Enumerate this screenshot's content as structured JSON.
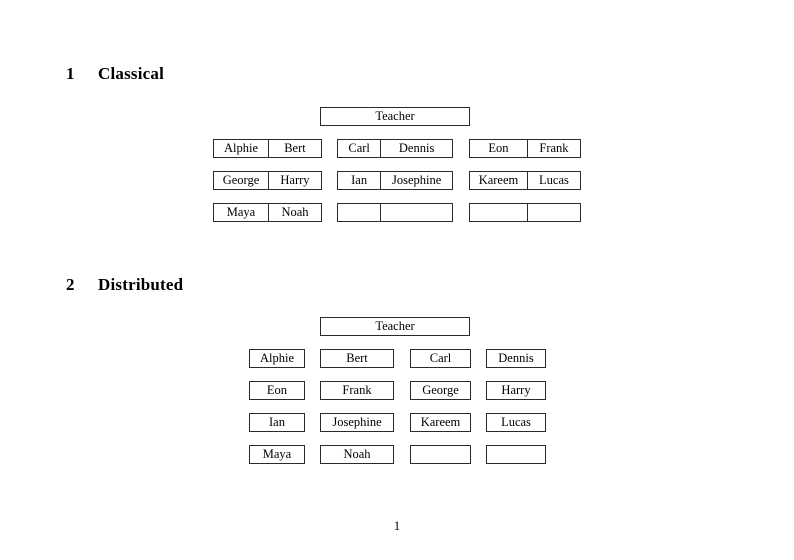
{
  "page": {
    "number": "1"
  },
  "sections": [
    {
      "number": "1",
      "title": "Classical",
      "teacher": "Teacher",
      "layout": "grouped-pairs",
      "groups": [
        {
          "rows": [
            {
              "left": "Alphie",
              "right": "Bert"
            },
            {
              "left": "George",
              "right": "Harry"
            },
            {
              "left": "Maya",
              "right": "Noah"
            }
          ]
        },
        {
          "rows": [
            {
              "left": "Carl",
              "right": "Dennis"
            },
            {
              "left": "Ian",
              "right": "Josephine"
            },
            {
              "left": "",
              "right": ""
            }
          ]
        },
        {
          "rows": [
            {
              "left": "Eon",
              "right": "Frank"
            },
            {
              "left": "Kareem",
              "right": "Lucas"
            },
            {
              "left": "",
              "right": ""
            }
          ]
        }
      ]
    },
    {
      "number": "2",
      "title": "Distributed",
      "teacher": "Teacher",
      "layout": "individual-boxes",
      "rows": [
        [
          "Alphie",
          "Bert",
          "Carl",
          "Dennis"
        ],
        [
          "Eon",
          "Frank",
          "George",
          "Harry"
        ],
        [
          "Ian",
          "Josephine",
          "Kareem",
          "Lucas"
        ],
        [
          "Maya",
          "Noah",
          "",
          ""
        ]
      ]
    }
  ]
}
